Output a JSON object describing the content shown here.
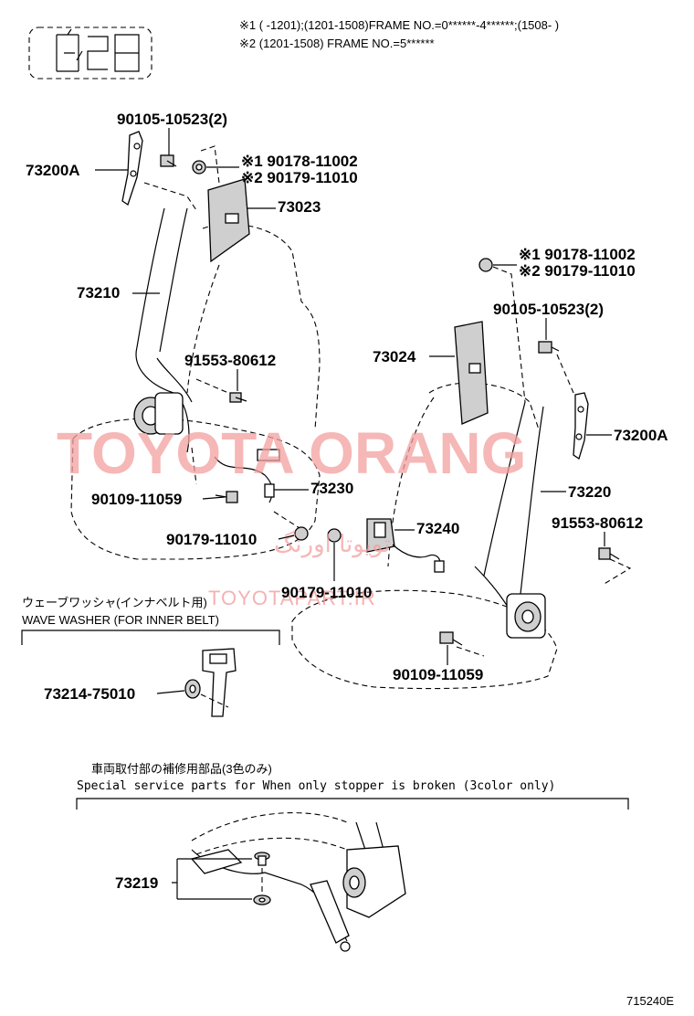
{
  "header": {
    "frame_note_1": "※1 (       -1201);(1201-1508)FRAME NO.=0******-4******;(1508-       )",
    "frame_note_2": "※2 (1201-1508) FRAME NO.=5******"
  },
  "parts": {
    "left_anchor_bolt": "90105-10523(2)",
    "left_retractor": "73200A",
    "left_nut_1": "※1 90178-11002",
    "left_nut_2": "※2 90179-11010",
    "left_cover": "73023",
    "left_belt": "73210",
    "left_bolt_a": "91553-80612",
    "left_connector": "73230",
    "left_bolt_b": "90109-11059",
    "left_nut_c": "90179-11010",
    "right_nut_1": "※1 90178-11002",
    "right_nut_2": "※2 90179-11010",
    "right_anchor_bolt": "90105-10523(2)",
    "right_cover": "73024",
    "right_retractor": "73200A",
    "right_belt": "73220",
    "right_bolt_a": "91553-80612",
    "inner_buckle": "73240",
    "inner_nut": "90179-11010",
    "right_bolt_b": "90109-11059",
    "washer": "73214-75010",
    "stopper": "73219"
  },
  "watermark": {
    "brand": "TOYOTA ORANG",
    "persian": "تویوتا اورنگ",
    "site": "TOYOTAPART.IR"
  },
  "wave_washer": {
    "title_jp": "ウェーブワッシャ(インナベルト用)",
    "title_en": "WAVE WASHER (FOR INNER BELT)"
  },
  "service_parts": {
    "title_jp": "車両取付部の補修用部品(3色のみ)",
    "title_en": "Special service parts for When only stopper is broken (3color only)"
  },
  "figure_code": "715240E"
}
